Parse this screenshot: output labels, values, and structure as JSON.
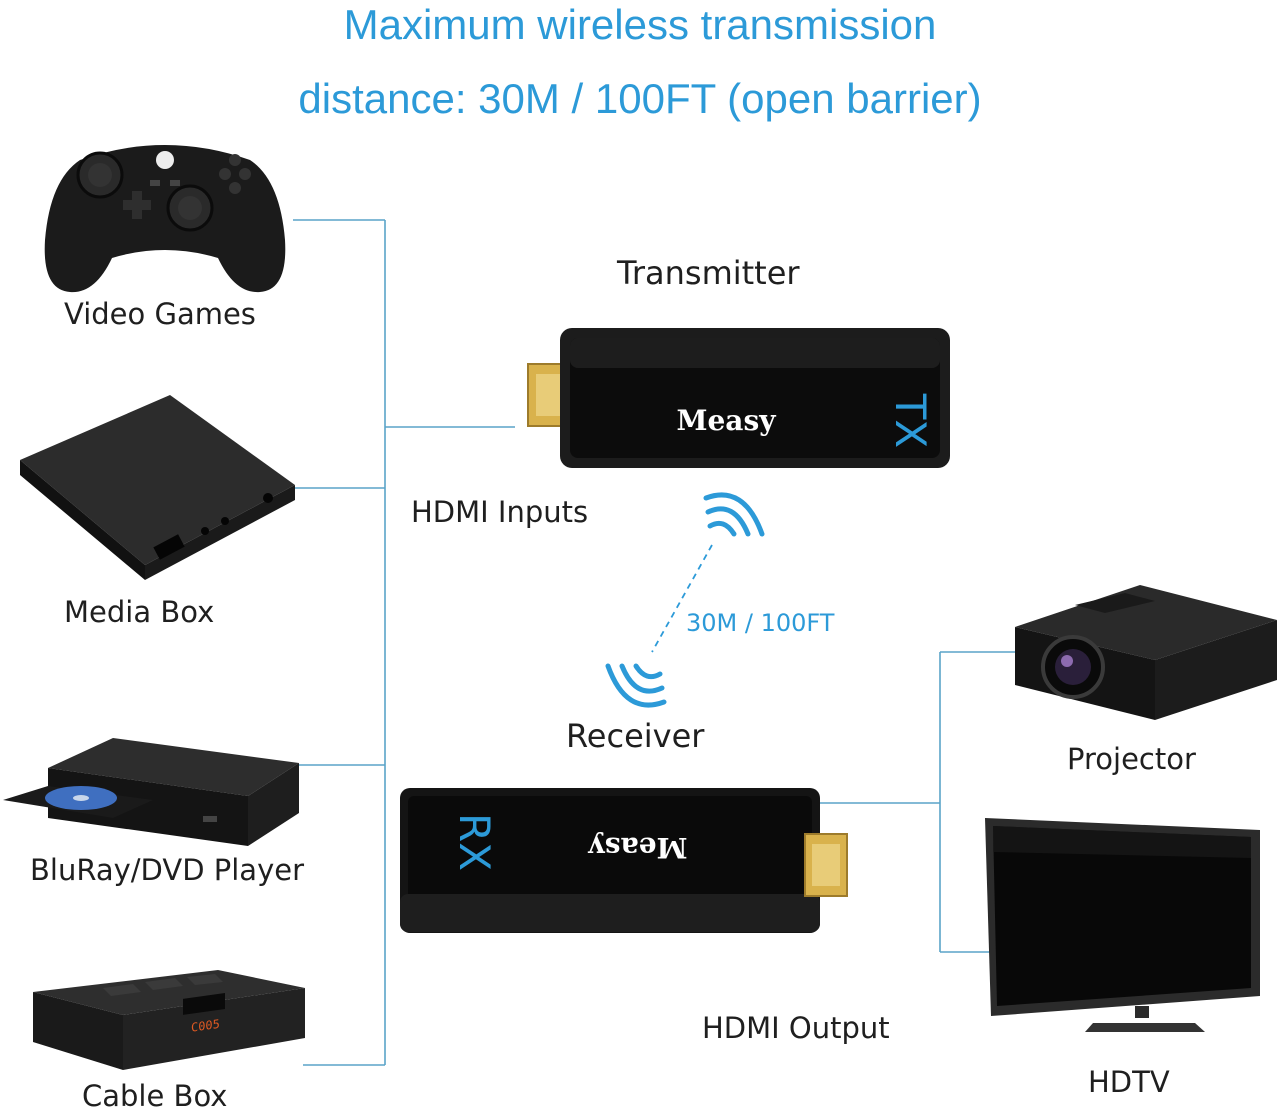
{
  "headline": {
    "line1": "Maximum wireless transmission",
    "line2": "distance: 30M / 100FT (open barrier)"
  },
  "sources": [
    {
      "id": "video-games",
      "label": "Video Games",
      "icon": "gamepad-icon"
    },
    {
      "id": "media-box",
      "label": "Media Box",
      "icon": "media-box-icon"
    },
    {
      "id": "bluray-player",
      "label": "BluRay/DVD Player",
      "icon": "bluray-player-icon"
    },
    {
      "id": "cable-box",
      "label": "Cable Box",
      "icon": "cable-box-icon",
      "display": "C005"
    }
  ],
  "transmitter": {
    "title": "Transmitter",
    "brand": "Measy",
    "code": "TX",
    "port_label": "HDMI Inputs"
  },
  "receiver": {
    "title": "Receiver",
    "brand": "Measy",
    "code": "RX",
    "port_label": "HDMI Output"
  },
  "wireless": {
    "distance": "30M / 100FT",
    "icon": "wifi-signal-icon"
  },
  "outputs": [
    {
      "id": "projector",
      "label": "Projector",
      "icon": "projector-icon"
    },
    {
      "id": "hdtv",
      "label": "HDTV",
      "icon": "tv-icon"
    }
  ],
  "colors": {
    "accent": "#2c9ad8",
    "line": "#5aa3c8",
    "device": "#151515",
    "hdmi_gold": "#d9b24c"
  }
}
